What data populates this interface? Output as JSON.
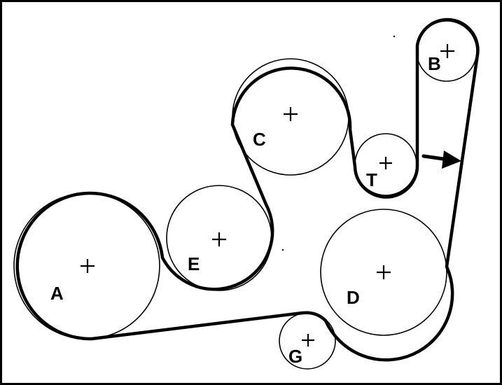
{
  "diagram": {
    "pulleys": [
      {
        "id": "A",
        "label": "A"
      },
      {
        "id": "B",
        "label": "B"
      },
      {
        "id": "C",
        "label": "C"
      },
      {
        "id": "D",
        "label": "D"
      },
      {
        "id": "E",
        "label": "E"
      },
      {
        "id": "G",
        "label": "G"
      },
      {
        "id": "T",
        "label": "T"
      }
    ],
    "direction_arrow": "rotation-direction-arrow",
    "colors": {
      "ink": "#000000",
      "background": "#ffffff"
    }
  }
}
